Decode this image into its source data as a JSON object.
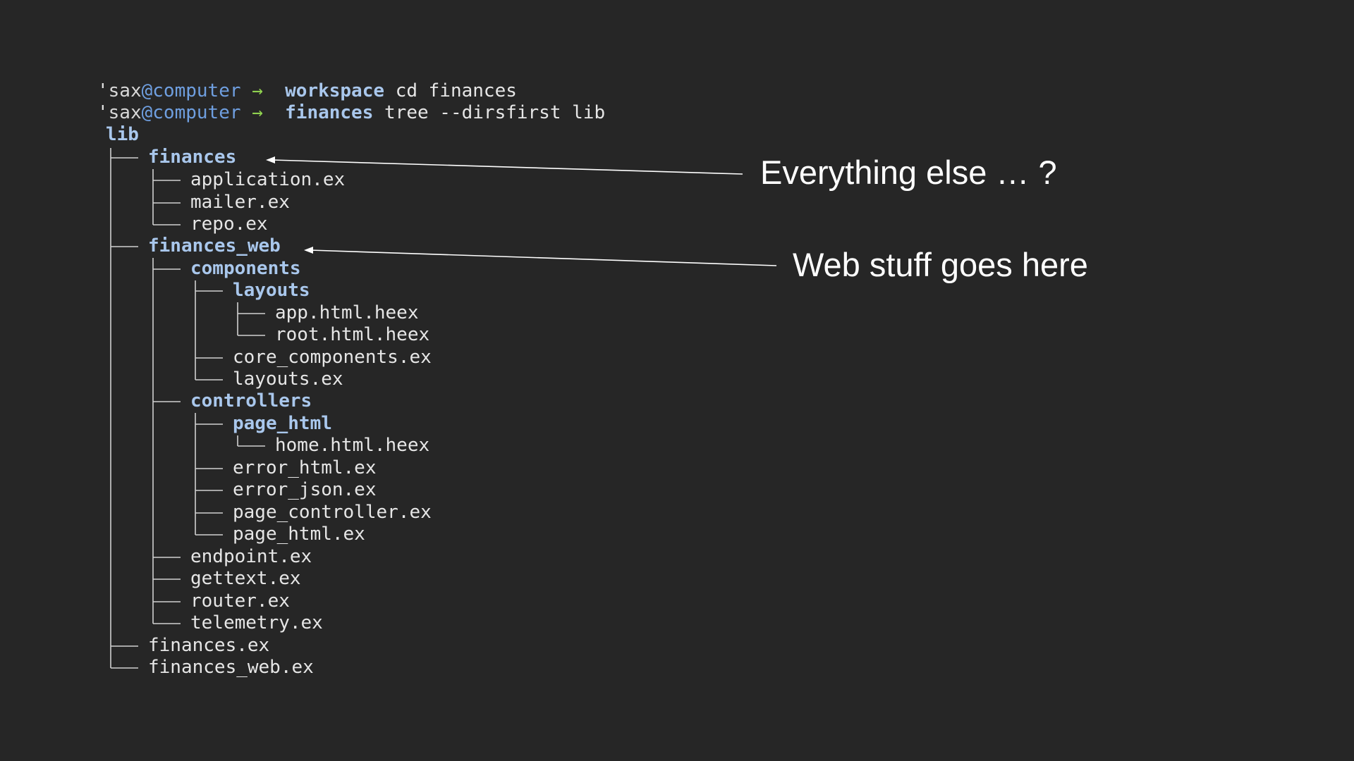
{
  "terminal": {
    "prompts": [
      {
        "user": "sax",
        "at": "@",
        "host": "computer",
        "arrow": "→",
        "cwd": "workspace",
        "command": "cd finances"
      },
      {
        "user": "sax",
        "at": "@",
        "host": "computer",
        "arrow": "→",
        "cwd": "finances",
        "command": "tree --dirsfirst lib"
      }
    ],
    "tree": {
      "root": "lib",
      "entries": [
        {
          "name": "finances",
          "type": "dir"
        },
        {
          "name": "application.ex",
          "type": "file"
        },
        {
          "name": "mailer.ex",
          "type": "file"
        },
        {
          "name": "repo.ex",
          "type": "file"
        },
        {
          "name": "finances_web",
          "type": "dir"
        },
        {
          "name": "components",
          "type": "dir"
        },
        {
          "name": "layouts",
          "type": "dir"
        },
        {
          "name": "app.html.heex",
          "type": "file"
        },
        {
          "name": "root.html.heex",
          "type": "file"
        },
        {
          "name": "core_components.ex",
          "type": "file"
        },
        {
          "name": "layouts.ex",
          "type": "file"
        },
        {
          "name": "controllers",
          "type": "dir"
        },
        {
          "name": "page_html",
          "type": "dir"
        },
        {
          "name": "home.html.heex",
          "type": "file"
        },
        {
          "name": "error_html.ex",
          "type": "file"
        },
        {
          "name": "error_json.ex",
          "type": "file"
        },
        {
          "name": "page_controller.ex",
          "type": "file"
        },
        {
          "name": "page_html.ex",
          "type": "file"
        },
        {
          "name": "endpoint.ex",
          "type": "file"
        },
        {
          "name": "gettext.ex",
          "type": "file"
        },
        {
          "name": "router.ex",
          "type": "file"
        },
        {
          "name": "telemetry.ex",
          "type": "file"
        },
        {
          "name": "finances.ex",
          "type": "file"
        },
        {
          "name": "finances_web.ex",
          "type": "file"
        }
      ]
    }
  },
  "annotations": {
    "everything_else": "Everything else … ?",
    "web_stuff": "Web stuff goes here"
  },
  "colors": {
    "background": "#262626",
    "directory": "#a9c7ec",
    "host": "#6f9fe0",
    "prompt_arrow": "#8fd14f",
    "text": "#e6e6e6"
  }
}
